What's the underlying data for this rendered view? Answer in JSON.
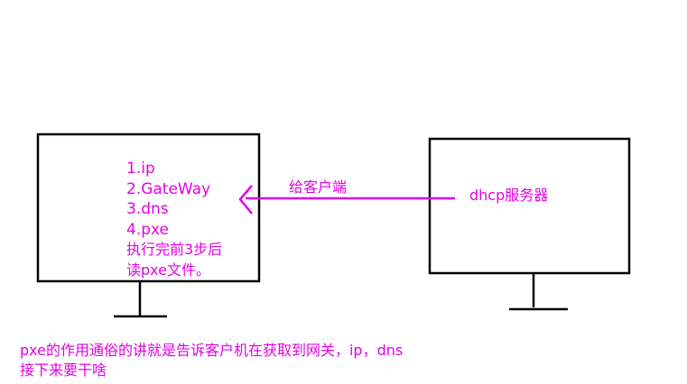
{
  "colors": {
    "accent": "#e600e6",
    "stroke": "#000000",
    "background": "#ffffff"
  },
  "client": {
    "lines": [
      "1.ip",
      "2.GateWay",
      "3.dns",
      "4.pxe",
      "执行完前3步后",
      "读pxe文件。"
    ]
  },
  "server": {
    "label": "dhcp服务器"
  },
  "arrow": {
    "label": "给客户端",
    "direction": "left"
  },
  "caption": {
    "lines": [
      "pxe的作用通俗的讲就是告诉客户机在获取到网关，ip，dns",
      "接下来要干啥"
    ]
  }
}
